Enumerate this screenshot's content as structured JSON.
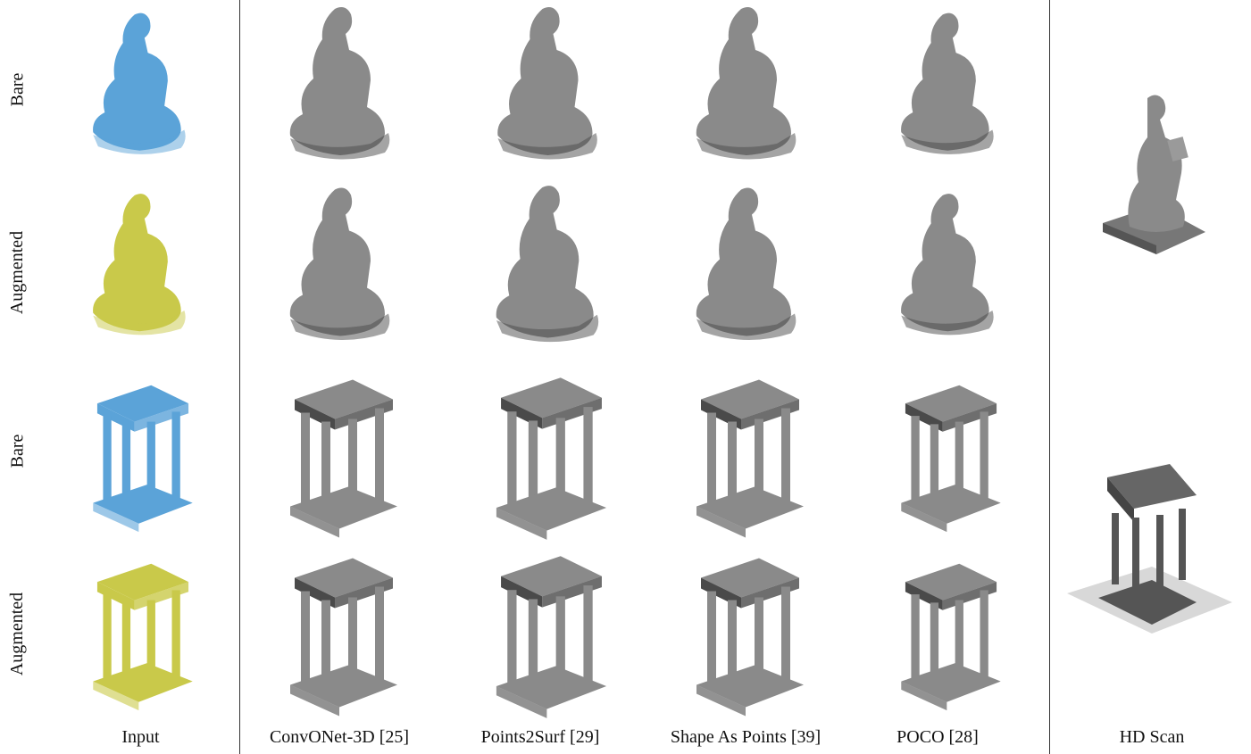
{
  "rows": [
    "Bare",
    "Augmented",
    "Bare",
    "Augmented"
  ],
  "columns": [
    "Input",
    "ConvONet-3D [25]",
    "Points2Surf [29]",
    "Shape As Points [39]",
    "POCO [28]",
    "HD Scan"
  ],
  "colors": {
    "input_bare": "#5ba3d8",
    "input_augmented": "#c9c94a",
    "mesh": "#8a8a8a",
    "mesh_dark": "#4a4a4a",
    "divider": "#333333"
  }
}
